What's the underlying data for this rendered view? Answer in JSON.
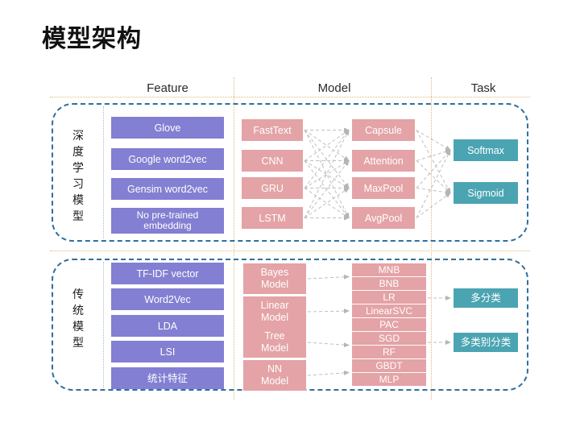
{
  "slide": {
    "title": "模型架构",
    "background": "#ffffff"
  },
  "colors": {
    "feature_box": "#837fd2",
    "model_box": "#e4a3a6",
    "task_box": "#4ba4b2",
    "group_border": "#2f6f9f",
    "guide_line": "#e2b97f",
    "connector": "#bfbfbf"
  },
  "columns": {
    "feature": "Feature",
    "model": "Model",
    "task": "Task"
  },
  "sections": [
    {
      "id": "deep-learning",
      "side_label": "深度学习模型",
      "features": [
        "Glove",
        "Google word2vec",
        "Gensim word2vec",
        "No pre-trained\nembedding"
      ],
      "models_a": [
        "FastText",
        "CNN",
        "GRU",
        "LSTM"
      ],
      "models_b": [
        "Capsule",
        "Attention",
        "MaxPool",
        "AvgPool"
      ],
      "tasks": [
        "Softmax",
        "Sigmoid"
      ]
    },
    {
      "id": "traditional",
      "side_label": "传统模型",
      "features": [
        "TF-IDF vector",
        "Word2Vec",
        "LDA",
        "LSI",
        "统计特征"
      ],
      "models_a": [
        "Bayes\nModel",
        "Linear\nModel",
        "Tree\nModel",
        "NN\nModel"
      ],
      "models_b": [
        "MNB",
        "BNB",
        "LR",
        "LinearSVC",
        "PAC",
        "SGD",
        "RF",
        "GBDT",
        "MLP"
      ],
      "tasks": [
        "多分类",
        "多类别分类"
      ]
    }
  ]
}
